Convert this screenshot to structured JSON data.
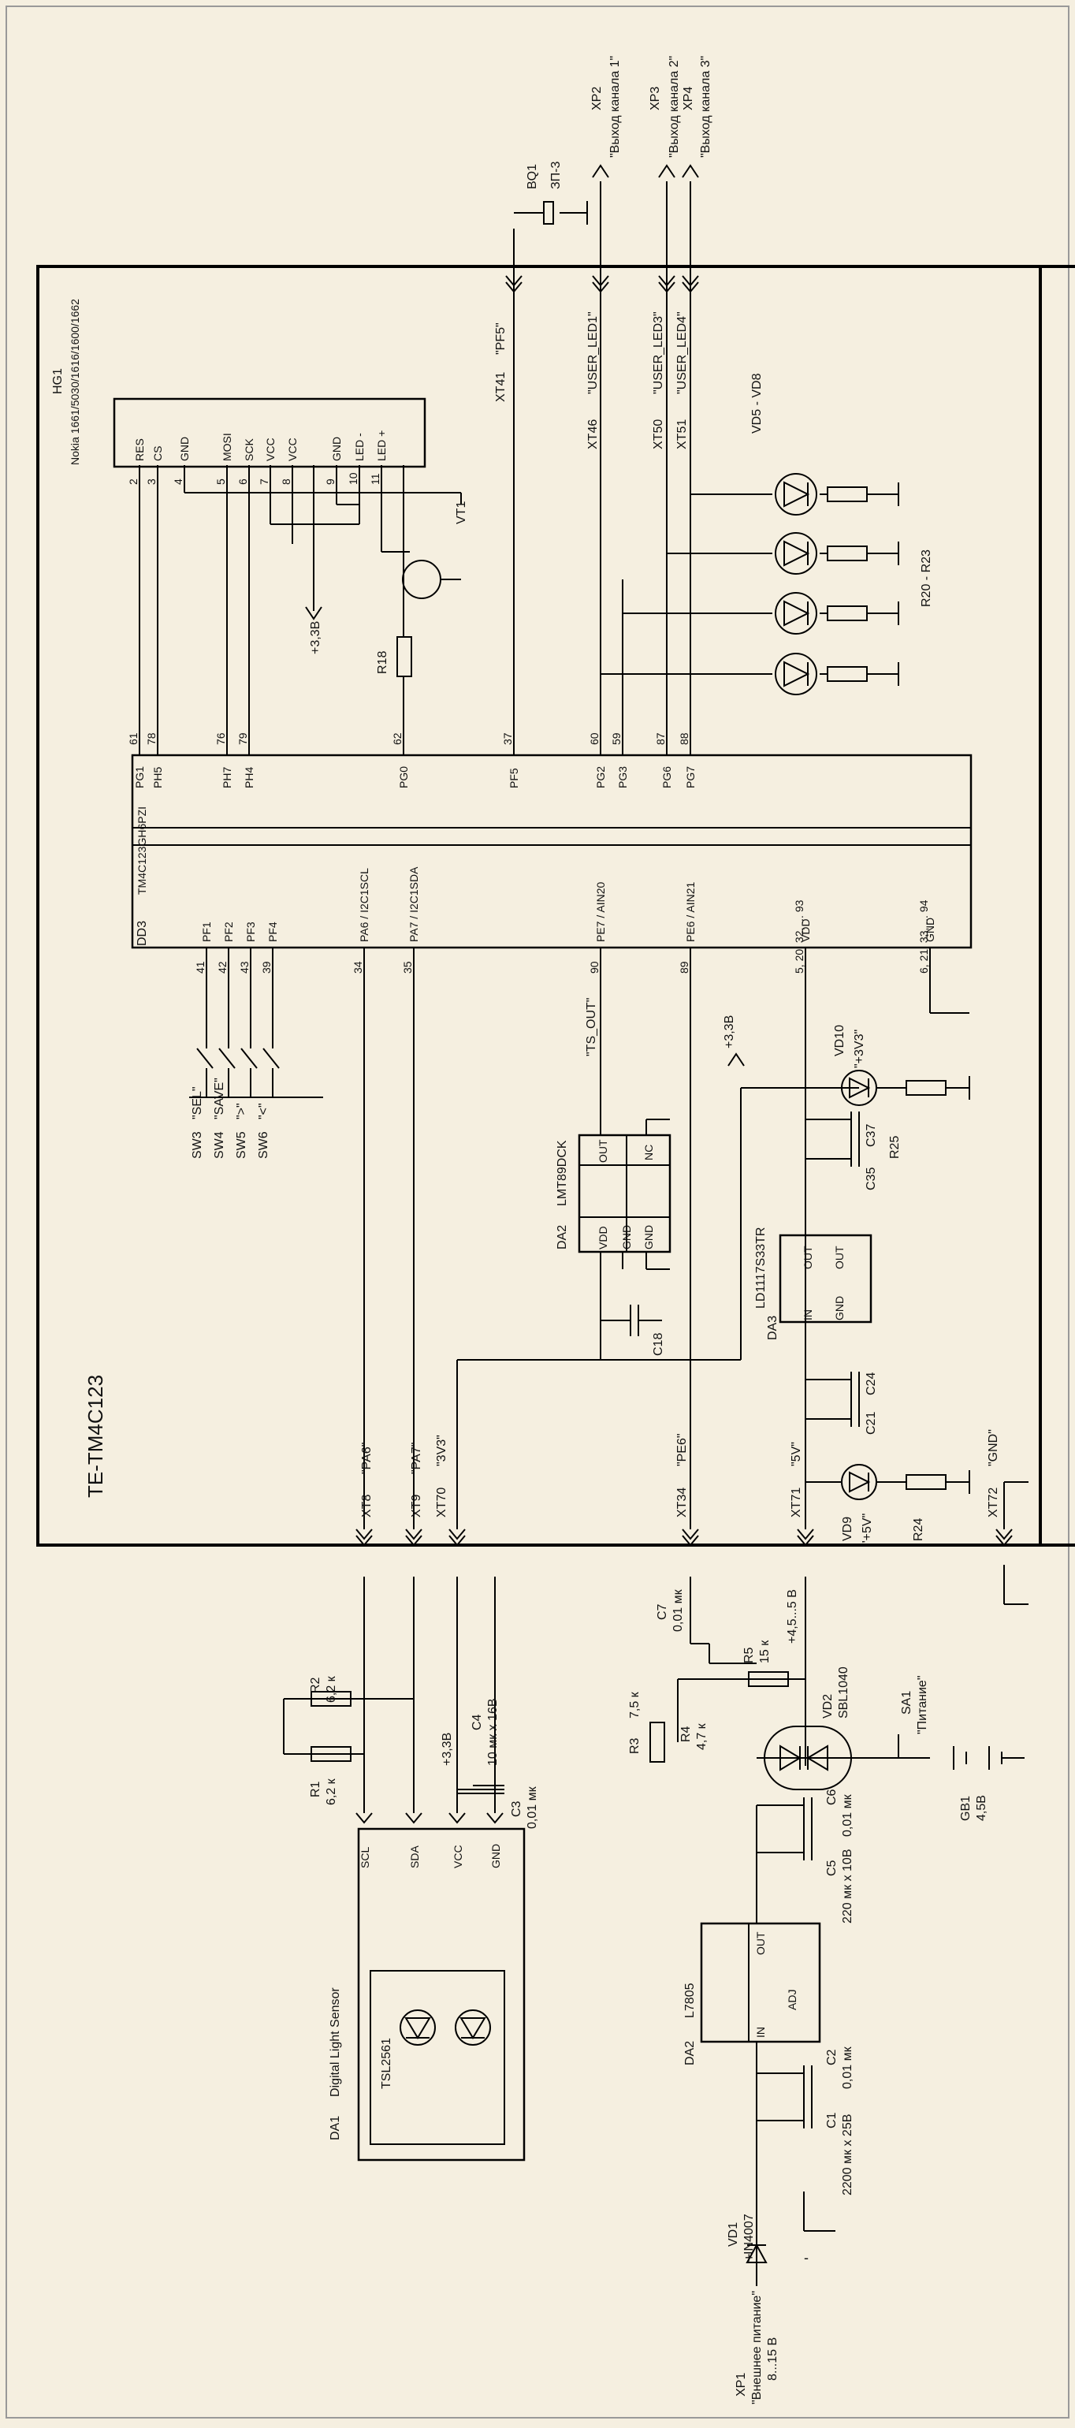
{
  "board": {
    "title": "TE-TM4C123"
  },
  "dd3": {
    "ref": "DD3",
    "part": "TM4C123GH6PZI",
    "top_pins": [
      {
        "name": "PG1",
        "num": "61"
      },
      {
        "name": "PH5",
        "num": "78"
      },
      {
        "name": "PH7",
        "num": "76"
      },
      {
        "name": "PH4",
        "num": "79"
      },
      {
        "name": "PG0",
        "num": "62"
      },
      {
        "name": "PF5",
        "num": "37"
      },
      {
        "name": "PG2",
        "num": "60"
      },
      {
        "name": "PG3",
        "num": "59"
      },
      {
        "name": "PG6",
        "num": "87"
      },
      {
        "name": "PG7",
        "num": "88"
      }
    ],
    "bottom_pins": [
      {
        "name": "PF1",
        "num": "41"
      },
      {
        "name": "PF2",
        "num": "42"
      },
      {
        "name": "PF3",
        "num": "43"
      },
      {
        "name": "PF4",
        "num": "39"
      },
      {
        "name": "PA6 / I2C1SCL",
        "num": "34"
      },
      {
        "name": "PA7 / I2C1SDA",
        "num": "35"
      },
      {
        "name": "PE7 / AIN20",
        "num": "90"
      },
      {
        "name": "PE6 / AIN21",
        "num": "89"
      },
      {
        "name": "VDD",
        "num": "5, 20, 32, ... 93"
      },
      {
        "name": "GND",
        "num": "6, 21, 33, ... 94"
      }
    ]
  },
  "hg1": {
    "ref": "HG1",
    "part": "Nokia  1661/5030/1616/1600/1662",
    "pins": [
      {
        "name": "RES",
        "num": "2"
      },
      {
        "name": "CS",
        "num": "3"
      },
      {
        "name": "GND",
        "num": "4"
      },
      {
        "name": "MOSI",
        "num": "5"
      },
      {
        "name": "SCK",
        "num": "6"
      },
      {
        "name": "VCC",
        "num": "7"
      },
      {
        "name": "VCC",
        "num": "8"
      },
      {
        "name": "GND",
        "num": "9"
      },
      {
        "name": "LED -",
        "num": "10"
      },
      {
        "name": "LED +",
        "num": "11"
      }
    ]
  },
  "parts": {
    "vt1": "VT1",
    "r18": "R18",
    "plus33": "+3,3В",
    "plus33_b": "+3,3В",
    "plus33_c": "+3,3В",
    "bq1": "BQ1",
    "bq1_val": "ЗП-3",
    "xp2": "XP2",
    "xp2_desc": "\"Выход канала 1\"",
    "xp3": "XP3",
    "xp3_desc": "\"Выход канала 2\"",
    "xp4": "XP4",
    "xp4_desc": "\"Выход канала 3\"",
    "vd5_8": "VD5 - VD8",
    "r20_23": "R20 - R23",
    "xt41": "XT41",
    "xt41_sig": "\"PF5\"",
    "xt46": "XT46",
    "xt46_sig": "\"USER_LED1\"",
    "xt50": "XT50",
    "xt50_sig": "\"USER_LED3\"",
    "xt51": "XT51",
    "xt51_sig": "\"USER_LED4\"",
    "sw3": "SW3",
    "sw3_lbl": "\"SEL\"",
    "sw4": "SW4",
    "sw4_lbl": "\"SAVE\"",
    "sw5": "SW5",
    "sw5_lbl": "\">\"",
    "sw6": "SW6",
    "sw6_lbl": "\"<\"",
    "ts_out": "\"TS_OUT\"",
    "da2_lm": "DA2",
    "lm89": "LMT89DCK",
    "lm_out": "OUT",
    "lm_nc": "NC",
    "lm_vdd": "VDD",
    "lm_gnd1": "GND",
    "lm_gnd2": "GND",
    "c18": "C18",
    "vd10": "VD10",
    "vd10_lbl": "\"+3V3\"",
    "r25": "R25",
    "c37": "C37",
    "c35": "C35",
    "da3": "DA3",
    "ld1117": "LD1117S33TR",
    "ld_in": "IN",
    "ld_out1": "OUT",
    "ld_out2": "OUT",
    "ld_gnd": "GND",
    "c24": "C24",
    "c21": "C21",
    "vd9": "VD9",
    "vd9_lbl": "\"+5V\"",
    "r24": "R24",
    "xt8": "XT8",
    "xt8_sig": "\"PA6\"",
    "xt9": "XT9",
    "xt9_sig": "\"PA7\"",
    "xt70": "XT70",
    "xt70_sig": "\"3V3\"",
    "xt34": "XT34",
    "xt34_sig": "\"PE6\"",
    "xt71": "XT71",
    "xt71_sig": "\"5V\"",
    "xt72": "XT72",
    "xt72_sig": "\"GND\"",
    "r2": "R2",
    "r2_val": "6,2 к",
    "r1": "R1",
    "r1_val": "6,2 к",
    "c4": "C4",
    "c4_val": "10 мк х 16В",
    "c3": "C3",
    "c3_val": "0,01 мк",
    "c7": "C7",
    "c7_val": "0,01 мк",
    "r3": "R3",
    "r3_val": "7,5 к",
    "r4": "R4",
    "r4_val": "4,7 к",
    "r5": "R5",
    "r5_val": "15 к",
    "pwr45": "+4,5...5 В",
    "vd2": "VD2",
    "vd2_val": "SBL1040",
    "sa1": "SA1",
    "sa1_lbl": "\"Питание\"",
    "gb1": "GB1",
    "gb1_val": "4,5В",
    "c6": "C6",
    "c6_val": "0,01 мк",
    "c5": "C5",
    "c5_val": "220 мк х 10В",
    "da2_l": "DA2",
    "l7805": "L7805",
    "l_out": "OUT",
    "l_in": "IN",
    "l_adj": "ADJ",
    "c2": "C2",
    "c2_val": "0,01 мк",
    "c1": "C1",
    "c1_val": "2200 мк х 25В",
    "vd1": "VD1",
    "vd1_val": "IN4007",
    "xp1": "XP1",
    "xp1_desc": "\"Внешнее питание\"",
    "xp1_val": "8...15 В",
    "da1": "DA1",
    "da1_desc": "Digital Light Sensor",
    "tsl": "TSL2561",
    "da1_scl": "SCL",
    "da1_sda": "SDA",
    "da1_vcc": "VCC",
    "da1_gnd": "GND",
    "plus": "+",
    "minus": "-"
  }
}
